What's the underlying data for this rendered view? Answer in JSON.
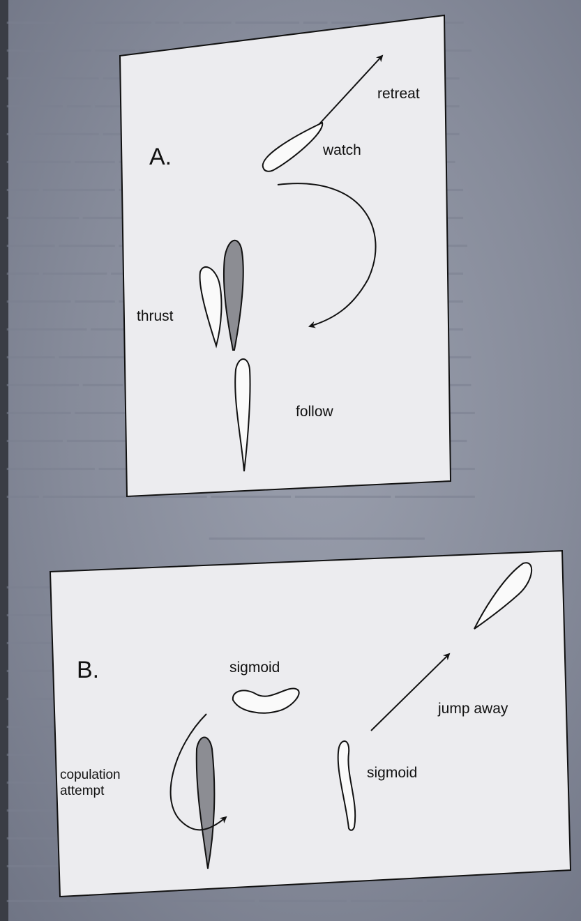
{
  "panel_a": {
    "letter": "A.",
    "labels": {
      "retreat": "retreat",
      "watch": "watch",
      "thrust": "thrust",
      "follow": "follow"
    }
  },
  "panel_b": {
    "letter": "B.",
    "labels": {
      "sigmoid_top": "sigmoid",
      "jump_away": "jump away",
      "copulation_line1": "copulation",
      "copulation_line2": "attempt",
      "sigmoid_right": "sigmoid"
    }
  }
}
